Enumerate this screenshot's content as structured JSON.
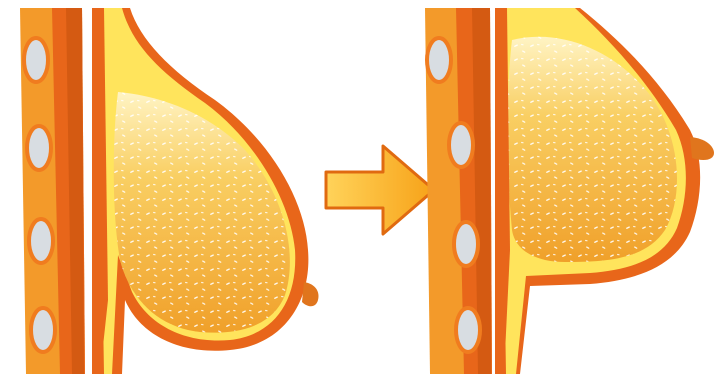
{
  "figure": {
    "panels": [
      {
        "id": "before",
        "icon": "sagging-breast-cross-section-icon"
      },
      {
        "id": "after",
        "icon": "lifted-breast-cross-section-icon"
      }
    ],
    "arrow": {
      "icon": "right-arrow-icon",
      "direction": "right"
    },
    "colors": {
      "skin_outer": "#e8661a",
      "skin_mid": "#f39a2a",
      "fat_layer": "#ffe45c",
      "gland_top": "#fff2b8",
      "gland_bottom": "#f2a32a",
      "muscle_dark": "#d45a12",
      "rib": "#dfe6ec",
      "arrow_fill": "#f9b21f",
      "arrow_stroke": "#e06a10"
    }
  }
}
